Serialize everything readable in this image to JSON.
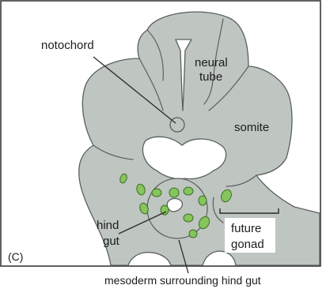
{
  "figure": {
    "panel_label": "(C)",
    "labels": {
      "notochord": "notochord",
      "neural_tube_line1": "neural",
      "neural_tube_line2": "tube",
      "somite": "somite",
      "hind_gut_line1": "hind",
      "hind_gut_line2": "gut",
      "future_gonad_line1": "future",
      "future_gonad_line2": "gonad",
      "mesoderm": "mesoderm surrounding hind gut"
    },
    "colors": {
      "tissue": "#bfc5c1",
      "outline": "#5a605c",
      "primordial_germ_cells": "#86c45c",
      "frame": "#3a3a3a"
    }
  }
}
